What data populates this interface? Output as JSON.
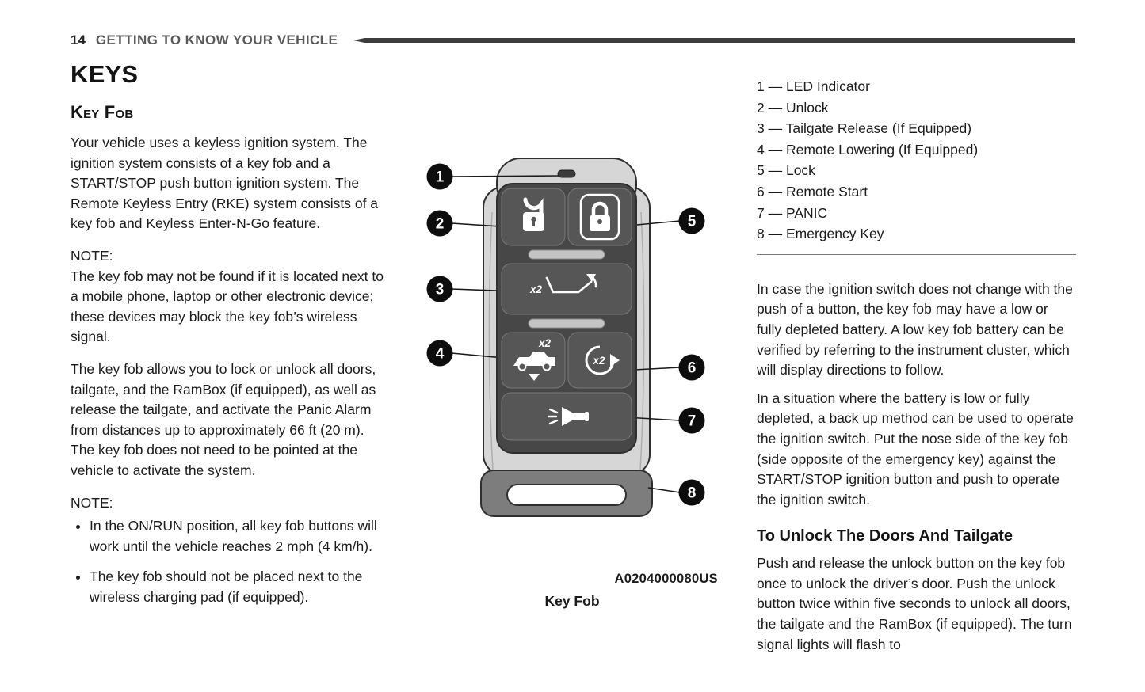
{
  "page": {
    "number": "14",
    "section_header": "GETTING TO KNOW YOUR VEHICLE"
  },
  "left_column": {
    "title": "KEYS",
    "subtitle": "Key Fob",
    "intro": "Your vehicle uses a keyless ignition system. The ignition system consists of a key fob and a START/STOP push button ignition system. The Remote Keyless Entry (RKE) system consists of a key fob and Keyless Enter-N-Go feature.",
    "note1_label": "NOTE:",
    "note1_text": "The key fob may not be found if it is located next to a mobile phone, laptop or other electronic device; these devices may block the key fob’s wireless signal.",
    "para2": "The key fob allows you to lock or unlock all doors, tailgate, and the RamBox (if equipped), as well as release the tailgate, and activate the Panic Alarm from distances up to approximately 66 ft (20 m). The key fob does not need to be pointed at the vehicle to activate the system.",
    "note2_label": "NOTE:",
    "bullets": [
      "In the ON/RUN position, all key fob buttons will work until the vehicle reaches 2 mph (4 km/h).",
      "The key fob should not be placed next to the wireless charging pad (if equipped)."
    ]
  },
  "figure": {
    "x2": "x2",
    "callouts": [
      "1",
      "2",
      "3",
      "4",
      "5",
      "6",
      "7",
      "8"
    ],
    "code": "A0204000080US",
    "caption": "Key Fob"
  },
  "legend": {
    "items": [
      "1 — LED Indicator",
      "2 — Unlock",
      "3 — Tailgate Release (If Equipped)",
      "4 — Remote Lowering (If Equipped)",
      "5 — Lock",
      "6 — Remote Start",
      "7 — PANIC",
      "8 — Emergency Key"
    ]
  },
  "right_column": {
    "para1": "In case the ignition switch does not change with the push of a button, the key fob may have a low or fully depleted battery. A low key fob battery can be verified by referring to the instrument cluster, which will display directions to follow.",
    "para2": "In a situation where the battery is low or fully depleted, a back up method can be used to operate the ignition switch. Put the nose side of the key fob (side opposite of the emergency key) against the START/STOP ignition button and push to operate the ignition switch.",
    "heading": "To Unlock The Doors And Tailgate",
    "para3": "Push and release the unlock button on the key fob once to unlock the driver’s door. Push the unlock button twice within five seconds to unlock all doors, the tailgate and the RamBox (if equipped). The turn signal lights will flash to"
  }
}
